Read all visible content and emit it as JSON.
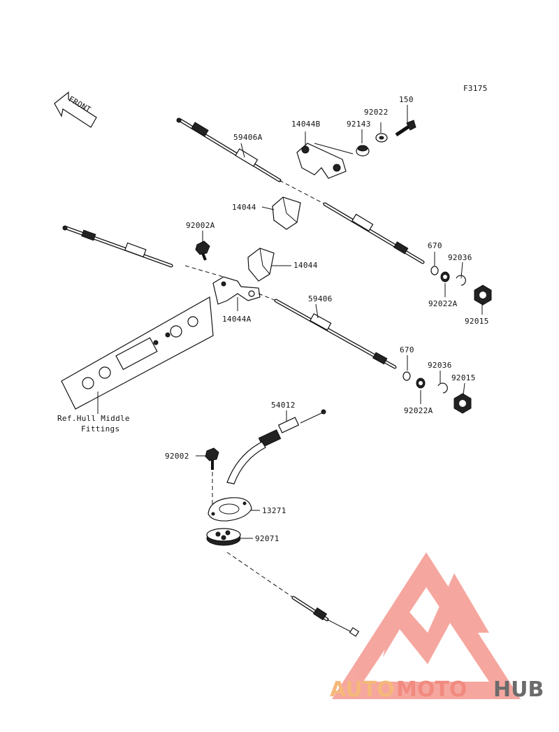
{
  "figure_code": "F3175",
  "front_label": "FRONT",
  "parts": {
    "p59406A": "59406A",
    "p14044B": "14044B",
    "p92143": "92143",
    "p92022": "92022",
    "p150": "150",
    "p14044_top": "14044",
    "p92002A": "92002A",
    "p14044_mid": "14044",
    "p14044A": "14044A",
    "p670_top": "670",
    "p92036_top": "92036",
    "p92022A_top": "92022A",
    "p92015_top": "92015",
    "p59406": "59406",
    "p670_low": "670",
    "p92036_low": "92036",
    "p92015_low": "92015",
    "p92022A_low": "92022A",
    "p54012": "54012",
    "p92002": "92002",
    "p13271": "13271",
    "p92071": "92071"
  },
  "reference_note": [
    "Ref.Hull Middle",
    "Fittings"
  ],
  "watermark": {
    "part1": "AUTO",
    "part2": "MOTO",
    "part3": "HUB",
    "color1": "#f5b87a",
    "color2": "#f28a80",
    "color3": "#6b6b6b",
    "logo_color": "#f07a74"
  }
}
